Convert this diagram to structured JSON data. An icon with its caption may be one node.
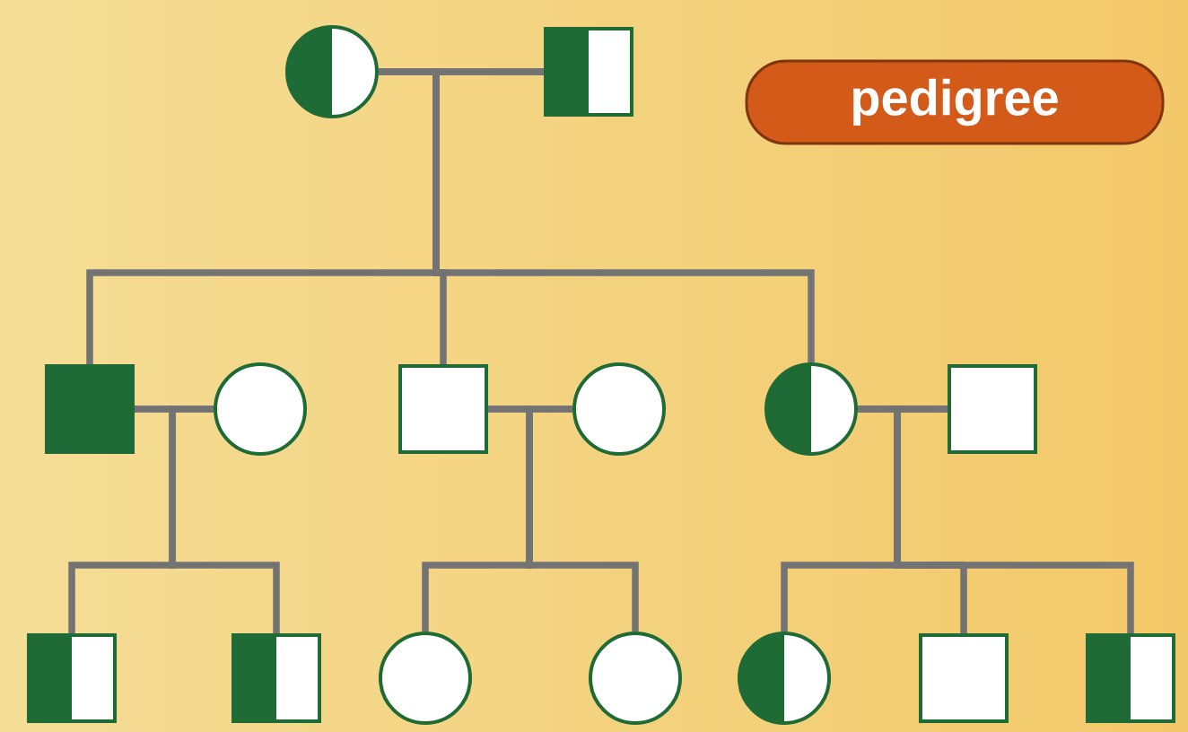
{
  "diagram": {
    "title": "pedigree",
    "nodes": [
      {
        "text": [],
        "shape": "circle"
      },
      {
        "text": [],
        "shape": "box"
      },
      {
        "text": [],
        "shape": "box"
      },
      {
        "text": [],
        "shape": "circle"
      },
      {
        "text": [],
        "shape": "box"
      },
      {
        "text": [],
        "shape": "circle"
      },
      {
        "text": [],
        "shape": "circle"
      },
      {
        "text": [],
        "shape": "box"
      },
      {
        "text": [],
        "shape": "box"
      },
      {
        "text": [],
        "shape": "box"
      },
      {
        "text": [],
        "shape": "circle"
      },
      {
        "text": [],
        "shape": "circle"
      },
      {
        "text": [],
        "shape": "circle"
      },
      {
        "text": [],
        "shape": "box"
      },
      {
        "text": [],
        "shape": "box"
      }
    ],
    "edges": [
      {
        "from": 0,
        "to": 1,
        "arrow": "none"
      },
      {
        "from": 0,
        "to": 2,
        "arrow": "none"
      },
      {
        "from": 1,
        "to": 2,
        "arrow": "none"
      },
      {
        "from": 0,
        "to": 4,
        "arrow": "none"
      },
      {
        "from": 1,
        "to": 4,
        "arrow": "none"
      },
      {
        "from": 0,
        "to": 6,
        "arrow": "none"
      },
      {
        "from": 1,
        "to": 6,
        "arrow": "none"
      },
      {
        "from": 2,
        "to": 3,
        "arrow": "none"
      },
      {
        "from": 2,
        "to": 8,
        "arrow": "none"
      },
      {
        "from": 3,
        "to": 8,
        "arrow": "none"
      },
      {
        "from": 2,
        "to": 9,
        "arrow": "none"
      },
      {
        "from": 3,
        "to": 9,
        "arrow": "none"
      },
      {
        "from": 4,
        "to": 5,
        "arrow": "none"
      },
      {
        "from": 4,
        "to": 10,
        "arrow": "none"
      },
      {
        "from": 5,
        "to": 10,
        "arrow": "none"
      },
      {
        "from": 4,
        "to": 11,
        "arrow": "none"
      },
      {
        "from": 5,
        "to": 11,
        "arrow": "none"
      },
      {
        "from": 6,
        "to": 7,
        "arrow": "none"
      },
      {
        "from": 6,
        "to": 12,
        "arrow": "none"
      },
      {
        "from": 7,
        "to": 12,
        "arrow": "none"
      },
      {
        "from": 6,
        "to": 13,
        "arrow": "none"
      },
      {
        "from": 7,
        "to": 13,
        "arrow": "none"
      },
      {
        "from": 6,
        "to": 14,
        "arrow": "none"
      },
      {
        "from": 7,
        "to": 14,
        "arrow": "none"
      }
    ]
  }
}
